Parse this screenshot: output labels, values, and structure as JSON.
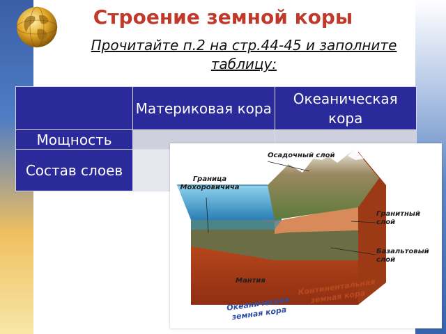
{
  "slide": {
    "title": "Строение земной коры",
    "subtitle_line1": "Прочитайте п.2 на стр.44-45 и заполните",
    "subtitle_line2": "таблицу:"
  },
  "table": {
    "columns": [
      "Материковая кора",
      "Океаническая кора"
    ],
    "rows": [
      {
        "label": "Мощность",
        "cells": [
          "",
          ""
        ]
      },
      {
        "label": "Состав слоев",
        "cells": [
          "",
          ""
        ]
      }
    ]
  },
  "diagram": {
    "labels": {
      "sedimentary": "Осадочный слой",
      "moho": "Граница Мохоровичича",
      "granite": "Гранитный слой",
      "basalt": "Базальтовый слой",
      "mantle": "Мантия",
      "oceanic_crust": "Океаническая земная кора",
      "continental_crust": "Континентальная земная кора"
    },
    "colors": {
      "mantle": "#b5411c",
      "basalt": "#6b6e45",
      "granite": "#d98a5a",
      "ocean": "#3a93c4",
      "mountains": "#8a7a4a"
    }
  },
  "icons": [
    "globe-icon"
  ]
}
